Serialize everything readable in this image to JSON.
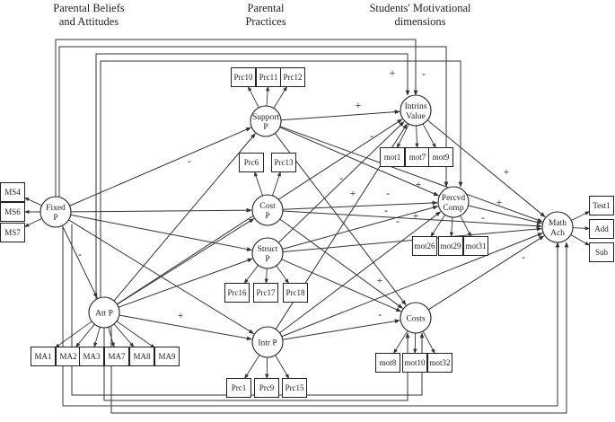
{
  "headers": [
    {
      "id": "beliefs",
      "lines": [
        "Parental Beliefs",
        "and Attitudes"
      ]
    },
    {
      "id": "practices",
      "lines": [
        "Parental",
        "Practices"
      ]
    },
    {
      "id": "motivation",
      "lines": [
        "Students' Motivational",
        "dimensions"
      ]
    }
  ],
  "constructs": [
    {
      "id": "fixed",
      "lines": [
        "Fixed",
        "P"
      ]
    },
    {
      "id": "att",
      "lines": [
        "Att P"
      ]
    },
    {
      "id": "support",
      "lines": [
        "Support",
        "P"
      ]
    },
    {
      "id": "cost",
      "lines": [
        "Cost",
        "P"
      ]
    },
    {
      "id": "struct",
      "lines": [
        "Struct",
        "P"
      ]
    },
    {
      "id": "intr",
      "lines": [
        "Intr P"
      ]
    },
    {
      "id": "intrins",
      "lines": [
        "Intrins",
        "Value"
      ]
    },
    {
      "id": "percvd",
      "lines": [
        "Percvd",
        "Comp"
      ]
    },
    {
      "id": "costs",
      "lines": [
        "Costs"
      ]
    },
    {
      "id": "math",
      "lines": [
        "Math",
        "Ach"
      ]
    }
  ],
  "indicators": [
    {
      "id": "ms4",
      "label": "MS4"
    },
    {
      "id": "ms6",
      "label": "MS6"
    },
    {
      "id": "ms7",
      "label": "MS7"
    },
    {
      "id": "ma1",
      "label": "MA1"
    },
    {
      "id": "ma2",
      "label": "MA2"
    },
    {
      "id": "ma3",
      "label": "MA3"
    },
    {
      "id": "ma7",
      "label": "MA7"
    },
    {
      "id": "ma8",
      "label": "MA8"
    },
    {
      "id": "ma9",
      "label": "MA9"
    },
    {
      "id": "prc10",
      "label": "Prc10"
    },
    {
      "id": "prc11",
      "label": "Prc11"
    },
    {
      "id": "prc12",
      "label": "Prc12"
    },
    {
      "id": "prc6",
      "label": "Prc6"
    },
    {
      "id": "prc13",
      "label": "Prc13"
    },
    {
      "id": "prc16",
      "label": "Prc16"
    },
    {
      "id": "prc17",
      "label": "Prc17"
    },
    {
      "id": "prc18",
      "label": "Prc18"
    },
    {
      "id": "prc1",
      "label": "Prc1"
    },
    {
      "id": "prc9",
      "label": "Prc9"
    },
    {
      "id": "prc15",
      "label": "Prc15"
    },
    {
      "id": "mot1",
      "label": "mot1"
    },
    {
      "id": "mot7",
      "label": "mot7"
    },
    {
      "id": "mot9",
      "label": "mot9"
    },
    {
      "id": "mot26",
      "label": "mot26"
    },
    {
      "id": "mot29",
      "label": "mot29"
    },
    {
      "id": "mot31",
      "label": "mot31"
    },
    {
      "id": "mot8",
      "label": "mot8"
    },
    {
      "id": "mot10",
      "label": "mot10"
    },
    {
      "id": "mot32",
      "label": "mot32"
    },
    {
      "id": "test1",
      "label": "Test1"
    },
    {
      "id": "add",
      "label": "Add"
    },
    {
      "id": "sub",
      "label": "Sub"
    }
  ],
  "signs": [
    {
      "id": "fixed-support",
      "text": "-"
    },
    {
      "id": "fixed-att",
      "text": "-"
    },
    {
      "id": "support-intrins",
      "text": "+"
    },
    {
      "id": "att-intr",
      "text": "+"
    },
    {
      "id": "loop-plus",
      "text": "+"
    },
    {
      "id": "loop-minus",
      "text": "-"
    },
    {
      "id": "support-percvd",
      "text": "-"
    },
    {
      "id": "cost-intrins",
      "text": "-"
    },
    {
      "id": "cost-percvd",
      "text": "-"
    },
    {
      "id": "plus-a",
      "text": "+"
    },
    {
      "id": "plus-b",
      "text": "+"
    },
    {
      "id": "struct-percvd",
      "text": "-"
    },
    {
      "id": "plus-c",
      "text": "+"
    },
    {
      "id": "intrins-math",
      "text": "+"
    },
    {
      "id": "percvd-math",
      "text": "+"
    },
    {
      "id": "cost-math",
      "text": "-"
    },
    {
      "id": "costs-math",
      "text": "-"
    },
    {
      "id": "struct-costs",
      "text": "+"
    },
    {
      "id": "intr-costs",
      "text": "-"
    },
    {
      "id": "intr-percvd",
      "text": "-"
    }
  ]
}
